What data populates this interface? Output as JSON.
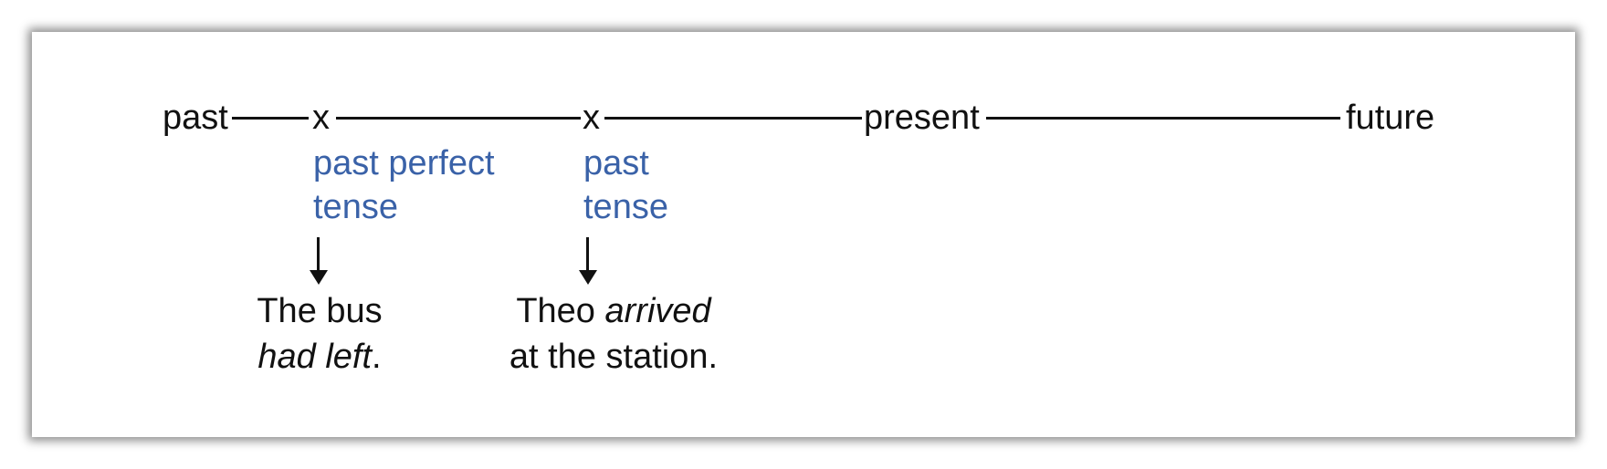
{
  "timeline": {
    "past_label": "past",
    "marker_1": "x",
    "marker_2": "x",
    "present_label": "present",
    "future_label": "future"
  },
  "tenses": {
    "past_perfect": {
      "line1": "past perfect",
      "line2": "tense"
    },
    "past": {
      "line1": "past",
      "line2": "tense"
    }
  },
  "examples": {
    "past_perfect": {
      "line1_plain": "The bus",
      "line2_italic": "had left",
      "line2_suffix": "."
    },
    "past": {
      "line1_plain": "Theo ",
      "line1_italic": "arrived",
      "line2_plain": "at the station."
    }
  },
  "colors": {
    "tense_label": "#3a62a8",
    "text": "#111111"
  }
}
